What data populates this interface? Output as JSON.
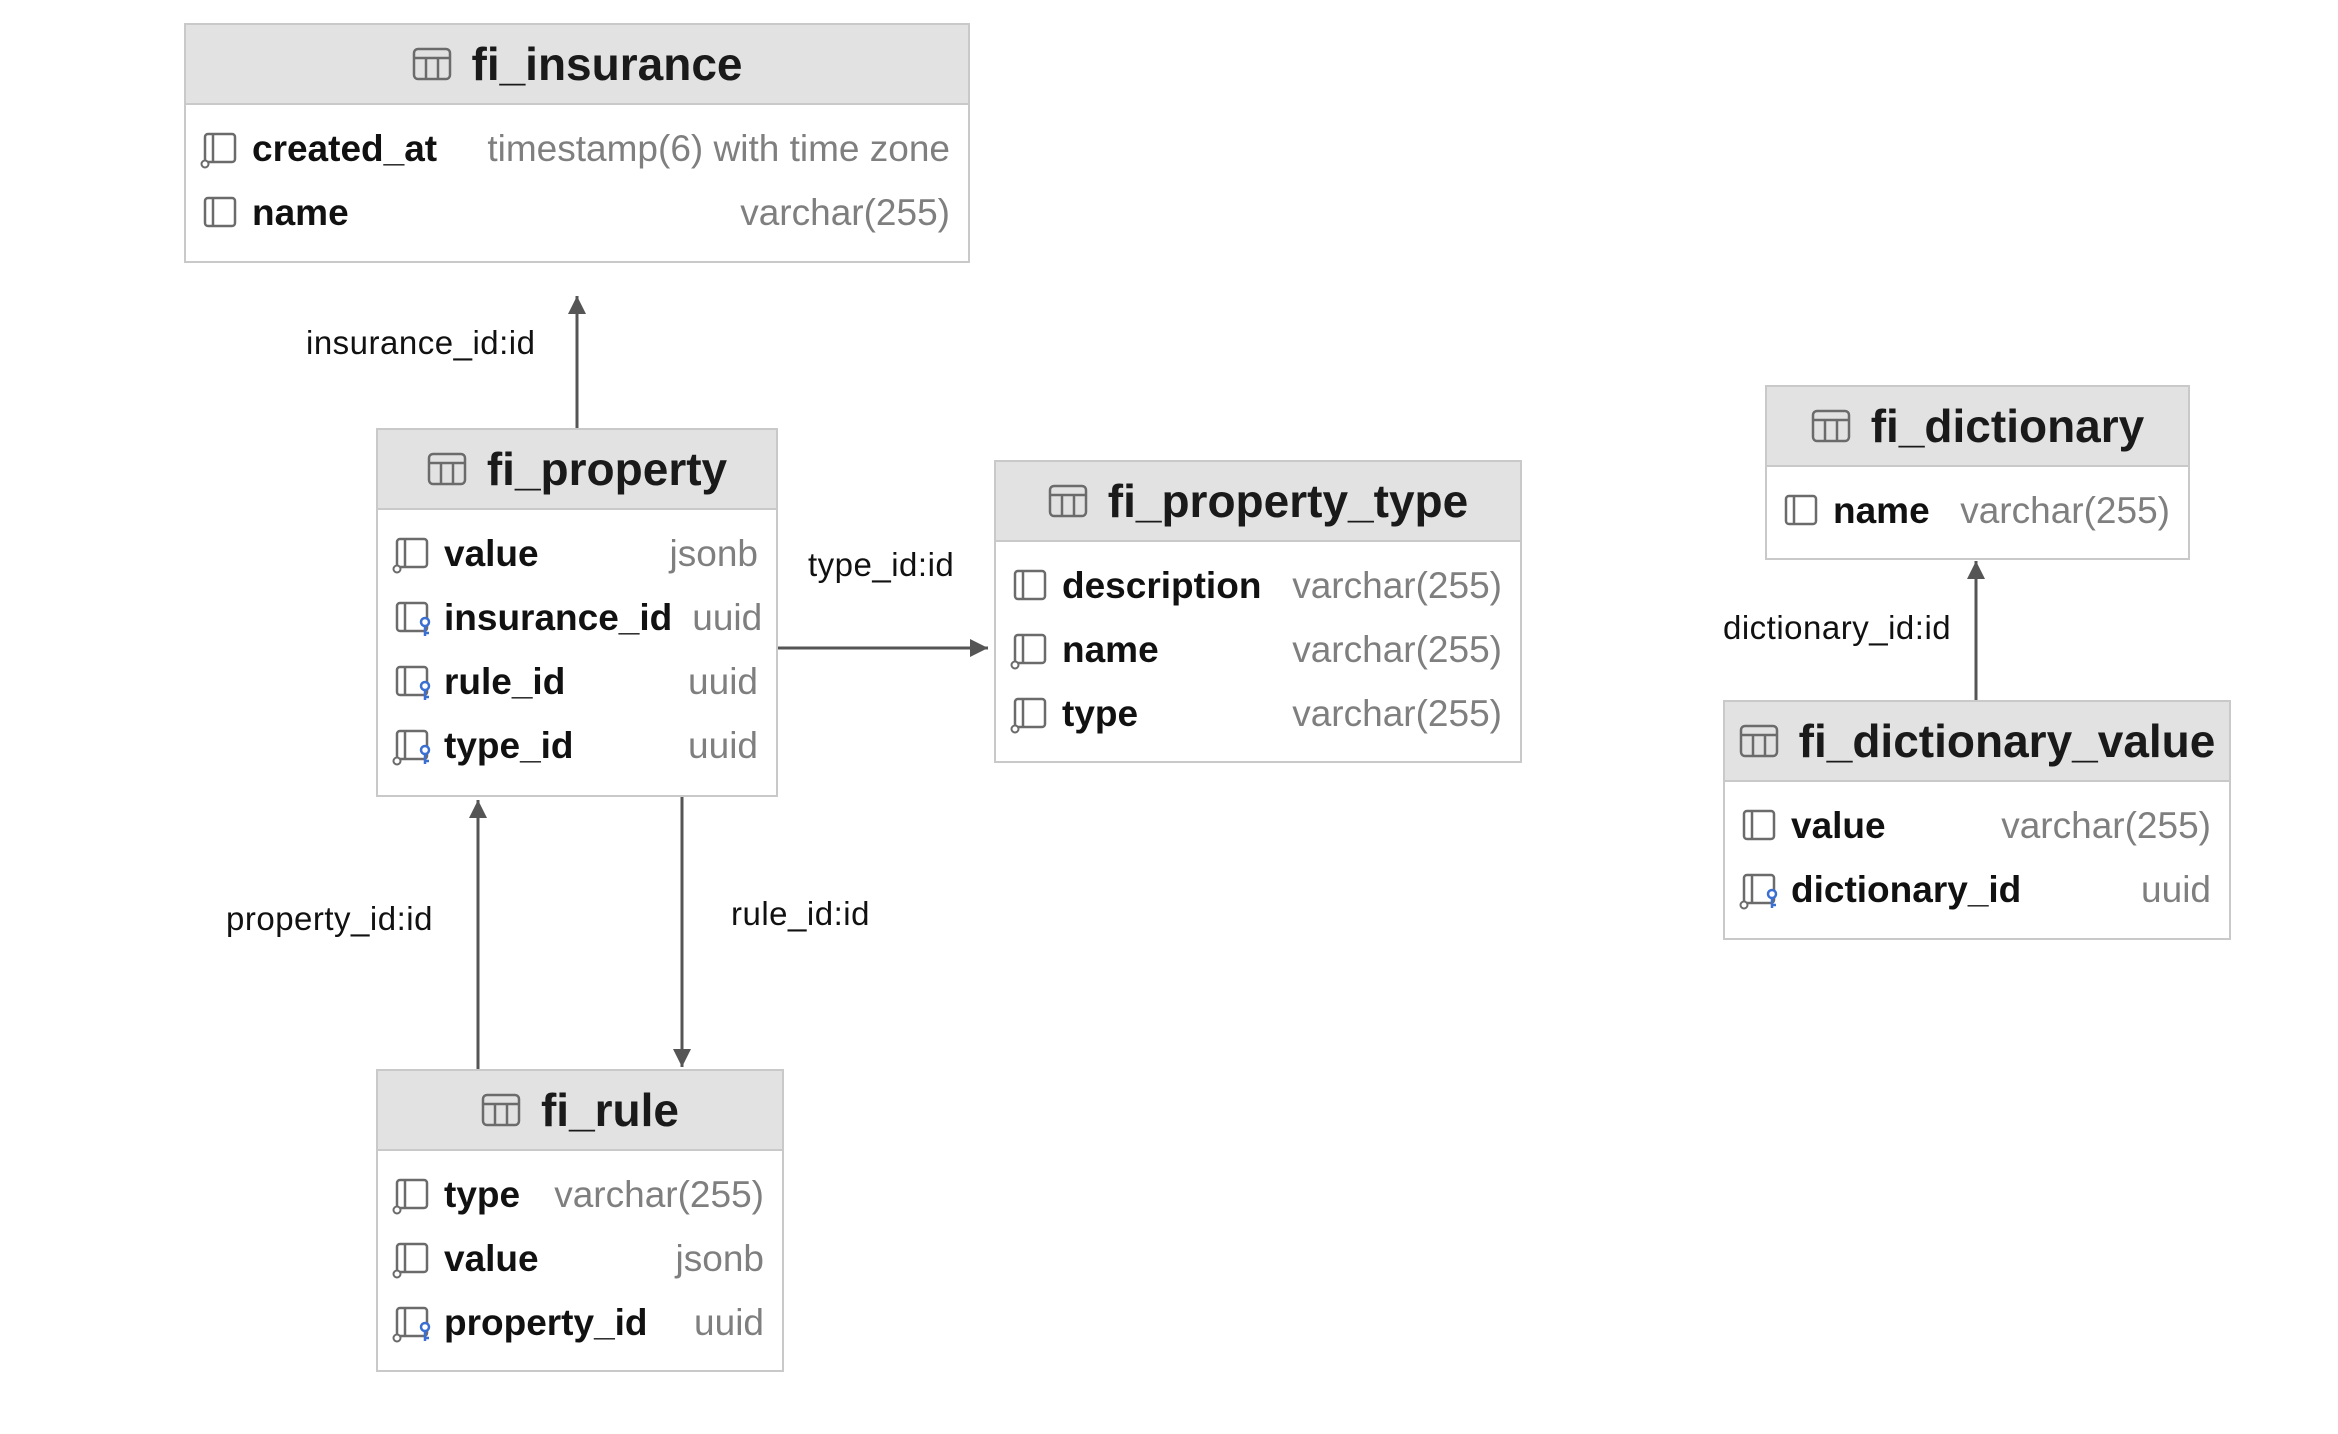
{
  "tables": {
    "fi_insurance": {
      "name": "fi_insurance",
      "columns": [
        {
          "name": "created_at",
          "type": "timestamp(6) with time zone",
          "icon": "column-nullable-icon"
        },
        {
          "name": "name",
          "type": "varchar(255)",
          "icon": "column-icon"
        }
      ]
    },
    "fi_property": {
      "name": "fi_property",
      "columns": [
        {
          "name": "value",
          "type": "jsonb",
          "icon": "column-nullable-icon"
        },
        {
          "name": "insurance_id",
          "type": "uuid",
          "icon": "foreign-key-icon"
        },
        {
          "name": "rule_id",
          "type": "uuid",
          "icon": "foreign-key-icon"
        },
        {
          "name": "type_id",
          "type": "uuid",
          "icon": "foreign-key-nullable-icon"
        }
      ]
    },
    "fi_property_type": {
      "name": "fi_property_type",
      "columns": [
        {
          "name": "description",
          "type": "varchar(255)",
          "icon": "column-icon"
        },
        {
          "name": "name",
          "type": "varchar(255)",
          "icon": "column-nullable-icon"
        },
        {
          "name": "type",
          "type": "varchar(255)",
          "icon": "column-nullable-icon"
        }
      ]
    },
    "fi_rule": {
      "name": "fi_rule",
      "columns": [
        {
          "name": "type",
          "type": "varchar(255)",
          "icon": "column-nullable-icon"
        },
        {
          "name": "value",
          "type": "jsonb",
          "icon": "column-nullable-icon"
        },
        {
          "name": "property_id",
          "type": "uuid",
          "icon": "foreign-key-nullable-icon"
        }
      ]
    },
    "fi_dictionary": {
      "name": "fi_dictionary",
      "columns": [
        {
          "name": "name",
          "type": "varchar(255)",
          "icon": "column-icon"
        }
      ]
    },
    "fi_dictionary_value": {
      "name": "fi_dictionary_value",
      "columns": [
        {
          "name": "value",
          "type": "varchar(255)",
          "icon": "column-icon"
        },
        {
          "name": "dictionary_id",
          "type": "uuid",
          "icon": "foreign-key-nullable-icon"
        }
      ]
    }
  },
  "relations": {
    "insurance": "insurance_id:id",
    "type": "type_id:id",
    "property": "property_id:id",
    "rule": "rule_id:id",
    "dictionary": "dictionary_id:id"
  },
  "colors": {
    "header_bg": "#e2e2e2",
    "border": "#c9c9c9",
    "type_text": "#7f7f7f",
    "key_accent": "#3b6fd1",
    "line": "#555555"
  }
}
